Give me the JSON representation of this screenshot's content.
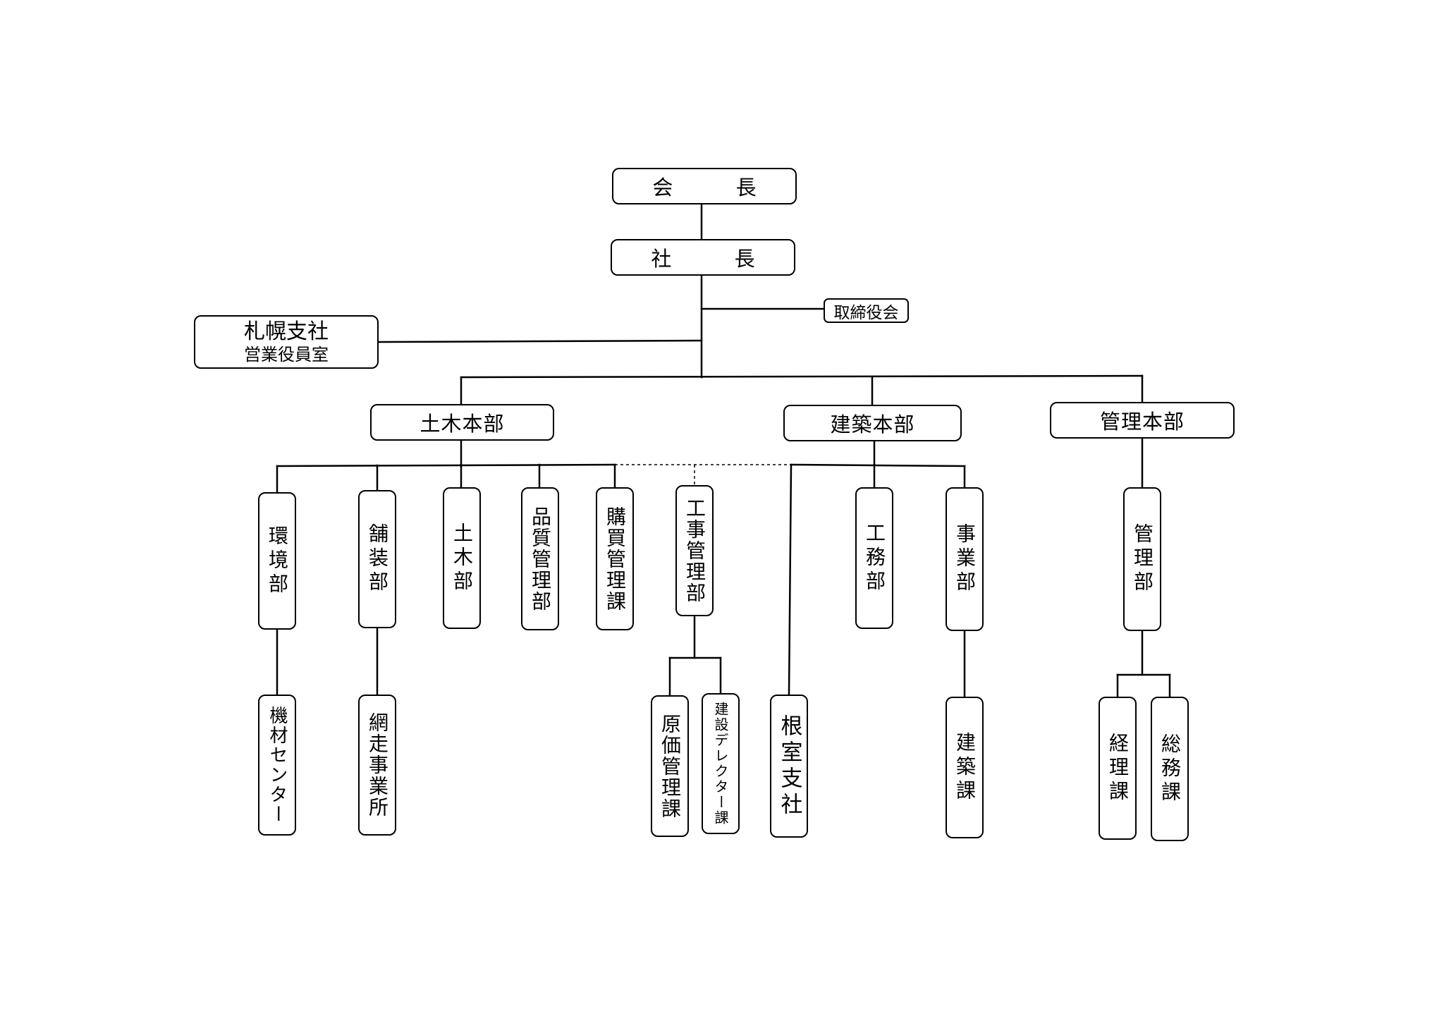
{
  "chairman": "会 長",
  "president": "社 長",
  "board": "取締役会",
  "sapporo": {
    "line1": "札幌支社",
    "line2": "営業役員室"
  },
  "civil_hq": "土木本部",
  "arch_hq": "建築本部",
  "admin_hq": "管理本部",
  "civil_depts": {
    "environment": "環境部",
    "paving": "舗装部",
    "civil": "土木部",
    "quality": "品質管理部",
    "purchasing": "購買管理課",
    "construction_mgmt": "工事管理部"
  },
  "equipment_center": "機材センター",
  "abashiri_office": "網走事業所",
  "cost_mgmt": "原価管理課",
  "construction_director": "建設デレクター課",
  "nemuro_branch": "根室支社",
  "arch_depts": {
    "engineering": "工務部",
    "business": "事業部"
  },
  "arch_section": "建築課",
  "admin_dept": "管理部",
  "accounting": "経理課",
  "general_affairs": "総務課"
}
